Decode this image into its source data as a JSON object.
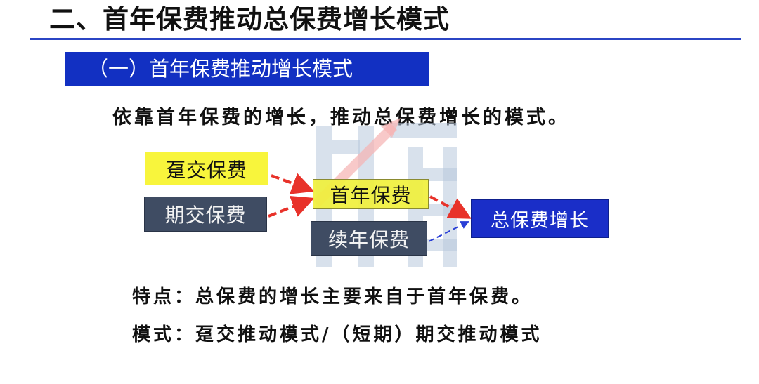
{
  "slide": {
    "title": "二、首年保费推动总保费增长模式",
    "subtitle": "（一）首年保费推动增长模式",
    "definition": "依靠首年保费的增长，推动总保费增长的模式。",
    "diagram": {
      "nodes": [
        {
          "id": "lump",
          "label": "趸交保费",
          "color": "#f8f53c"
        },
        {
          "id": "periodic",
          "label": "期交保费",
          "color": "#3f4c63"
        },
        {
          "id": "first_year",
          "label": "首年保费",
          "color": "#f0f03c"
        },
        {
          "id": "renewal",
          "label": "续年保费",
          "color": "#3f4c63"
        },
        {
          "id": "total",
          "label": "总保费增长",
          "color": "#1a2ec8"
        }
      ],
      "edges": [
        {
          "from": "lump",
          "to": "first_year",
          "style": "dashed",
          "color": "#e8322a"
        },
        {
          "from": "periodic",
          "to": "first_year",
          "style": "dashed",
          "color": "#e8322a"
        },
        {
          "from": "first_year",
          "to": "total",
          "style": "dashed",
          "color": "#e8322a"
        },
        {
          "from": "renewal",
          "to": "total",
          "style": "dashed-thin",
          "color": "#2a3fd6"
        }
      ]
    },
    "feature": "特点：总保费的增长主要来自于首年保费。",
    "mode": "模式：趸交推动模式/（短期）期交推动模式",
    "colors": {
      "title_rule": "#2b45c4",
      "subtitle_bg": "#1230c2",
      "watermark": "#b8c8dd"
    }
  }
}
